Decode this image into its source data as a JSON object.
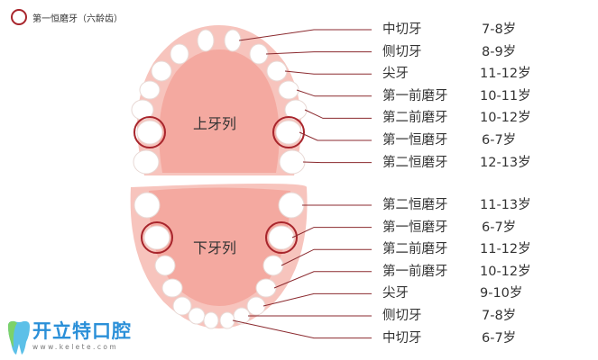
{
  "legend": {
    "label": "第一恒磨牙（六龄齿）",
    "ring_color": "#a8252c"
  },
  "upper": {
    "title": "上牙列",
    "teeth": [
      {
        "name": "中切牙",
        "age": "7-8岁"
      },
      {
        "name": "侧切牙",
        "age": "8-9岁"
      },
      {
        "name": "尖牙",
        "age": "11-12岁"
      },
      {
        "name": "第一前磨牙",
        "age": "10-11岁"
      },
      {
        "name": "第二前磨牙",
        "age": "10-12岁"
      },
      {
        "name": "第一恒磨牙",
        "age": "6-7岁"
      },
      {
        "name": "第二恒磨牙",
        "age": "12-13岁"
      }
    ]
  },
  "lower": {
    "title": "下牙列",
    "teeth": [
      {
        "name": "第二恒磨牙",
        "age": "11-13岁"
      },
      {
        "name": "第一恒磨牙",
        "age": "6-7岁"
      },
      {
        "name": "第二前磨牙",
        "age": "11-12岁"
      },
      {
        "name": "第一前磨牙",
        "age": "10-12岁"
      },
      {
        "name": "尖牙",
        "age": "9-10岁"
      },
      {
        "name": "侧切牙",
        "age": "7-8岁"
      },
      {
        "name": "中切牙",
        "age": "6-7岁"
      }
    ]
  },
  "watermark": {
    "brand": "开立特口腔",
    "url": "www.kelete.com",
    "color": "#2a8fd8"
  },
  "colors": {
    "gum": "#f4a9a0",
    "gum_edge": "#f7c4bd",
    "line": "#8b2a2f"
  }
}
